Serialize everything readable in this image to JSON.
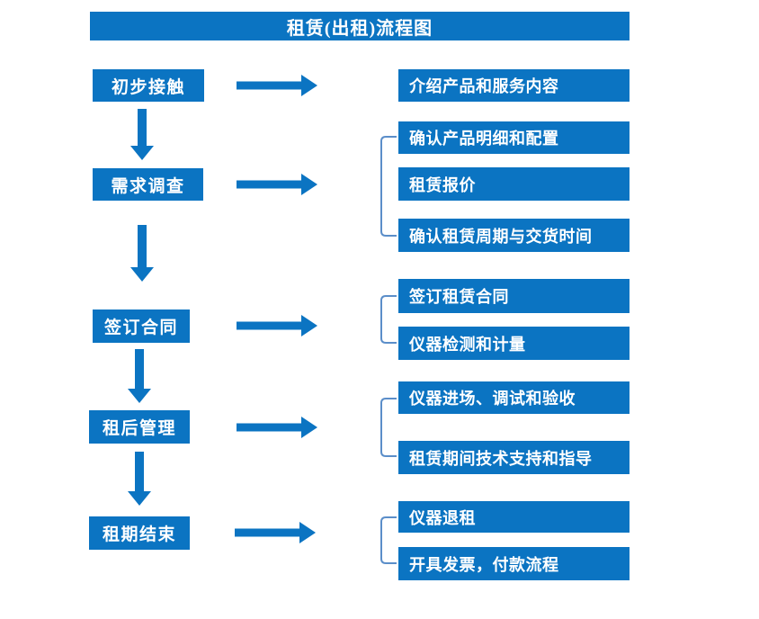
{
  "title": "租赁(出租)流程图",
  "colors": {
    "primary": "#0b74c2",
    "bracket": "#5b8ec9",
    "background": "#ffffff",
    "text_on_primary": "#ffffff"
  },
  "steps": [
    {
      "label": "初步接触",
      "details": [
        "介绍产品和服务内容"
      ]
    },
    {
      "label": "需求调查",
      "details": [
        "确认产品明细和配置",
        "租赁报价",
        "确认租赁周期与交货时间"
      ]
    },
    {
      "label": "签订合同",
      "details": [
        "签订租赁合同",
        "仪器检测和计量"
      ]
    },
    {
      "label": "租后管理",
      "details": [
        "仪器进场、调试和验收",
        "租赁期间技术支持和指导"
      ]
    },
    {
      "label": "租期结束",
      "details": [
        "仪器退租",
        "开具发票，付款流程"
      ]
    }
  ]
}
